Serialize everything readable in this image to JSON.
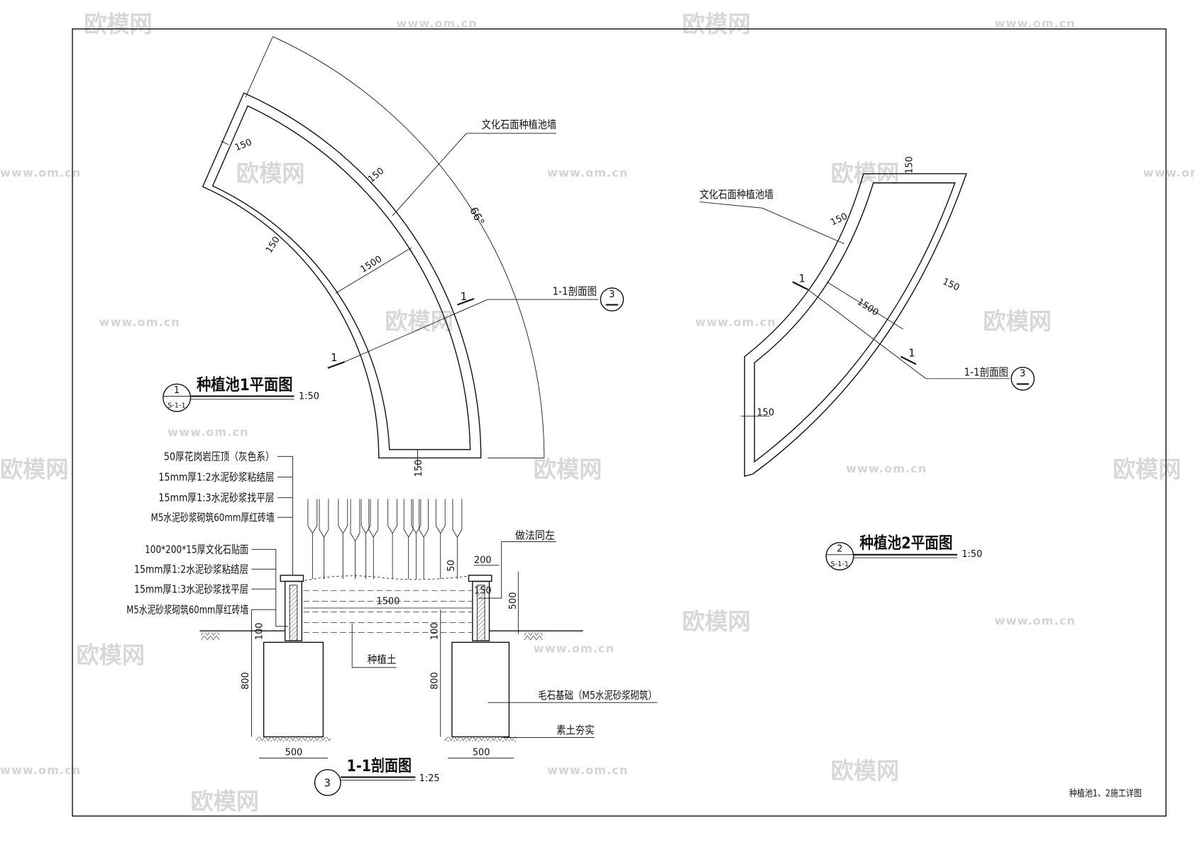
{
  "watermark": {
    "logo": "欧模网",
    "url": "www.om.cn"
  },
  "plan1": {
    "wall_label": "文化石面种植池墙",
    "angle": "66°",
    "dims": [
      "150",
      "150",
      "150",
      "1500",
      "150"
    ],
    "section_label": "1-1剖面图",
    "section_ref": "3",
    "cut_mark": "1",
    "title": "种植池1平面图",
    "scale": "1:50",
    "ref_num": "1",
    "ref_sheet": "S-1-1"
  },
  "plan2": {
    "wall_label": "文化石面种植池墙",
    "dims": [
      "150",
      "150",
      "150",
      "1500",
      "150"
    ],
    "section_label": "1-1剖面图",
    "section_ref": "3",
    "cut_mark": "1",
    "title": "种植池2平面图",
    "scale": "1:50",
    "ref_num": "2",
    "ref_sheet": "S-1-1"
  },
  "section": {
    "coping_labels": [
      "50厚花岗岩压顶（灰色系）",
      "15mm厚1:2水泥砂浆粘结层",
      "15mm厚1:3水泥砂浆找平层",
      "M5水泥砂浆砌筑60mm厚红砖墙"
    ],
    "facing_labels": [
      "100*200*15厚文化石贴面",
      "15mm厚1:2水泥砂浆粘结层",
      "15mm厚1:3水泥砂浆找平层",
      "M5水泥砂浆砌筑60mm厚红砖墙"
    ],
    "same_as_left": "做法同左",
    "dims": {
      "coping_w": "200",
      "coping_h": "50",
      "wall": "150",
      "inner": "1500",
      "height": "500",
      "base_left": "100",
      "base_mid": "100",
      "found_left": "800",
      "found_right": "800",
      "found_w_left": "500",
      "found_w_right": "500"
    },
    "soil": "种植土",
    "foundation": "毛石基础（M5水泥砂浆砌筑）",
    "compacted": "素土夯实",
    "title": "1-1剖面图",
    "scale": "1:25",
    "ref_num": "3"
  },
  "sheet_title": "种植池1、2施工详图"
}
